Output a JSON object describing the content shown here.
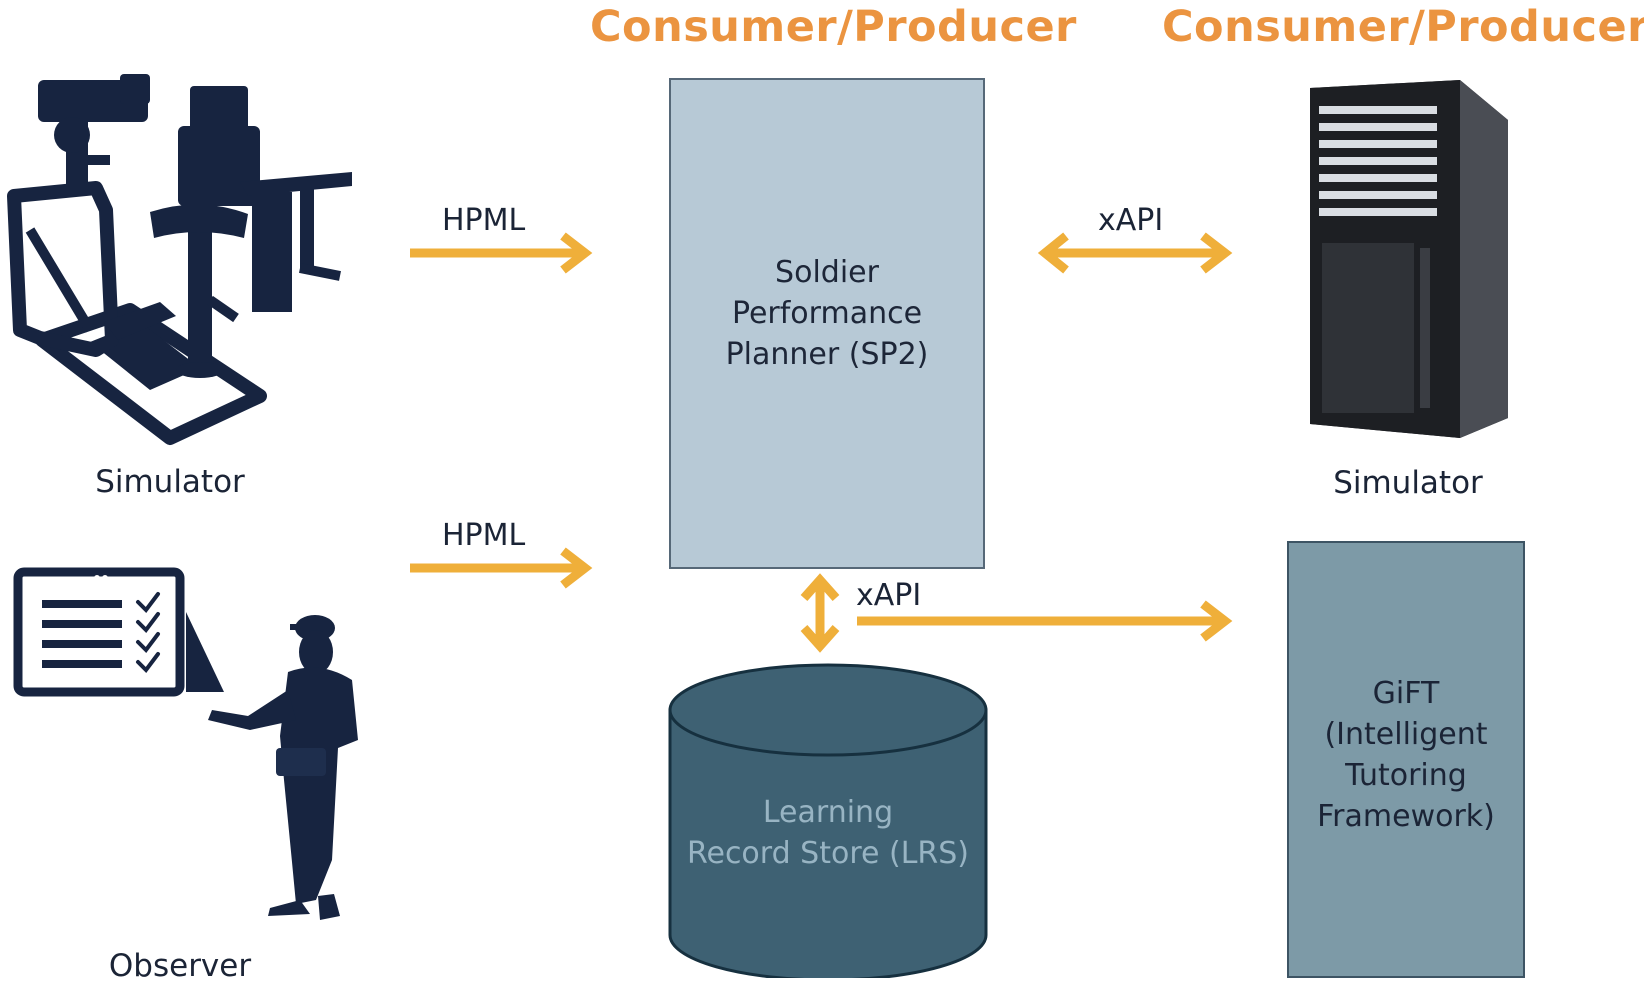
{
  "headers": {
    "left": "Consumer/Producer",
    "right": "Consumer/Producer"
  },
  "nodes": {
    "simulator_left": "Simulator",
    "observer": "Observer",
    "sp2": [
      "Soldier",
      "Performance",
      "Planner (SP2)"
    ],
    "simulator_right": "Simulator",
    "lrs": [
      "Learning",
      "Record Store (LRS)"
    ],
    "gift": [
      "GiFT",
      "(Intelligent",
      "Tutoring",
      "Framework)"
    ]
  },
  "edges": {
    "sim_to_sp2": "HPML",
    "observer_to_sp2": "HPML",
    "sp2_server": "xAPI",
    "lrs_gift": "xAPI"
  },
  "colors": {
    "accent": "#eb9440",
    "arrow": "#efaf3a",
    "silhouette": "#172440",
    "sp2_fill": "#b7c9d6",
    "lrs_fill": "#3e6173",
    "gift_fill": "#7d9aa7"
  },
  "icons": [
    "simulator-rig-icon",
    "checklist-tablet-icon",
    "soldier-observer-icon",
    "server-tower-icon",
    "database-cylinder-icon"
  ]
}
